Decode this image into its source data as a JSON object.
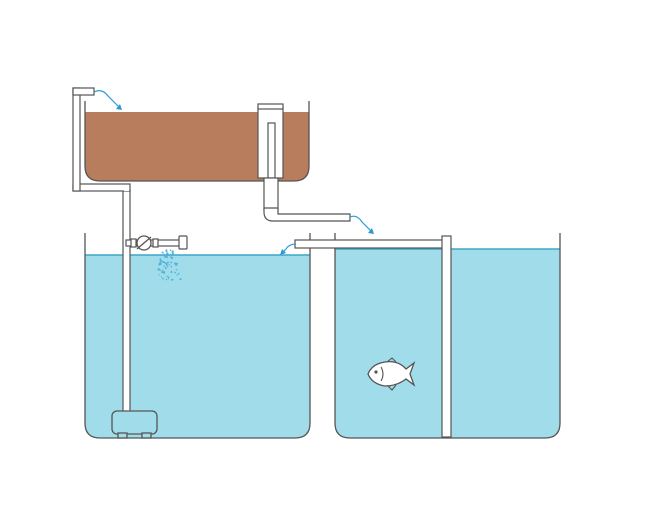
{
  "diagram": {
    "kind": "aquaponics-system-schematic",
    "components": [
      "grow-bed",
      "sump-tank",
      "fish-tank",
      "submersible-pump",
      "pump-riser-pipe",
      "standpipe-drain",
      "drain-return-pipe",
      "spray-bar",
      "fish-tank-overflow-pipe",
      "fish"
    ],
    "flow_arrows": 3,
    "colors": {
      "water": "#a0dcea",
      "water_line": "#3ea6c8",
      "media": "#b87d5c",
      "pipe_fill": "#ffffff",
      "outline": "#555555",
      "arrow": "#2b9ad1",
      "spray": "#4fb3dc",
      "fish_fill": "#ffffff",
      "background": "#ffffff"
    }
  }
}
